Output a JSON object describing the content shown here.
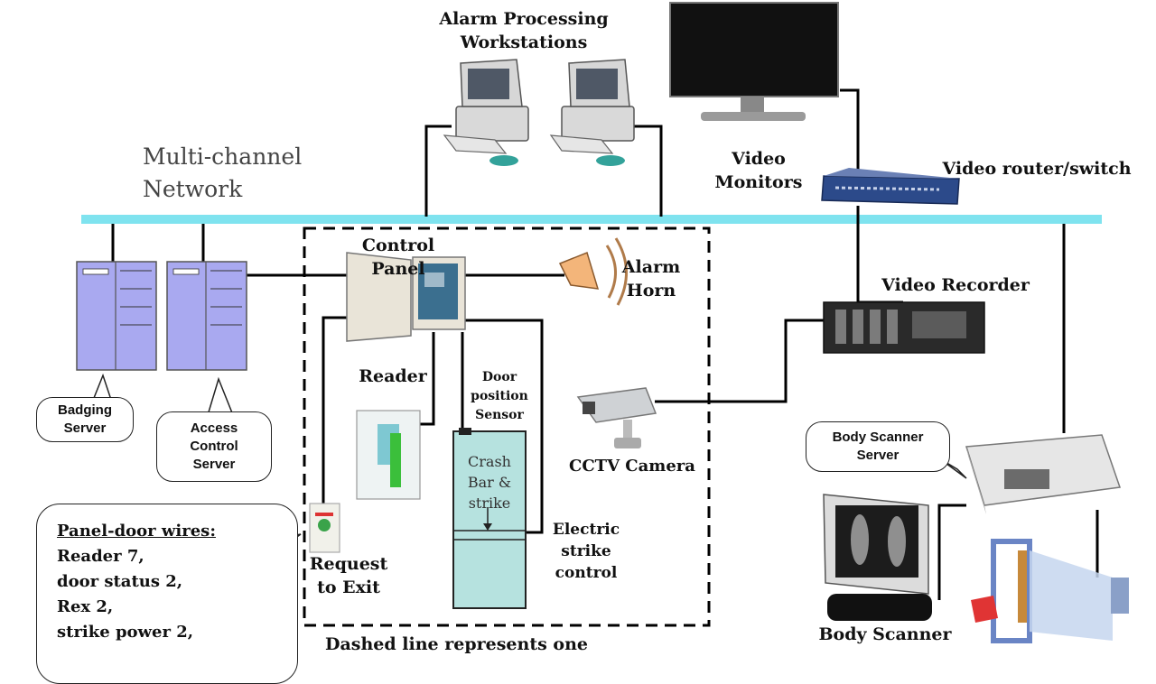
{
  "network": {
    "label_line1": "Multi-channel",
    "label_line2": "Network",
    "color": "#7fe3ef"
  },
  "workstations": {
    "label_line1": "Alarm Processing",
    "label_line2": "Workstations"
  },
  "video_monitors": {
    "label_line1": "Video",
    "label_line2": "Monitors"
  },
  "video_router": {
    "label": "Video router/switch"
  },
  "control_panel": {
    "label": "Control Panel"
  },
  "alarm_horn": {
    "label_line1": "Alarm",
    "label_line2": "Horn"
  },
  "video_recorder": {
    "label": "Video Recorder"
  },
  "reader": {
    "label": "Reader"
  },
  "door_sensor": {
    "label_line1": "Door",
    "label_line2": "position",
    "label_line3": "Sensor"
  },
  "crash_bar": {
    "label_line1": "Crash",
    "label_line2": "Bar &",
    "label_line3": "strike"
  },
  "cctv": {
    "label": "CCTV Camera"
  },
  "electric_strike": {
    "label_line1": "Electric",
    "label_line2": "strike",
    "label_line3": "control"
  },
  "request_exit": {
    "label_line1": "Request",
    "label_line2": "to Exit"
  },
  "badging_server": {
    "label_line1": "Badging",
    "label_line2": "Server"
  },
  "access_server": {
    "label_line1": "Access",
    "label_line2": "Control",
    "label_line3": "Server"
  },
  "body_scanner_server": {
    "label_line1": "Body Scanner",
    "label_line2": "Server"
  },
  "body_scanner": {
    "label": "Body Scanner"
  },
  "notes": {
    "heading": "Panel-door wires:",
    "lines": [
      "Reader  7,",
      "door status 2,",
      "Rex 2,",
      "strike power 2,"
    ]
  },
  "footer": {
    "text": "Dashed line represents one"
  },
  "colors": {
    "server_fill": "#a9a9f0",
    "door_fill": "#b6e2df",
    "panel_fill": "#e9e4d8"
  }
}
